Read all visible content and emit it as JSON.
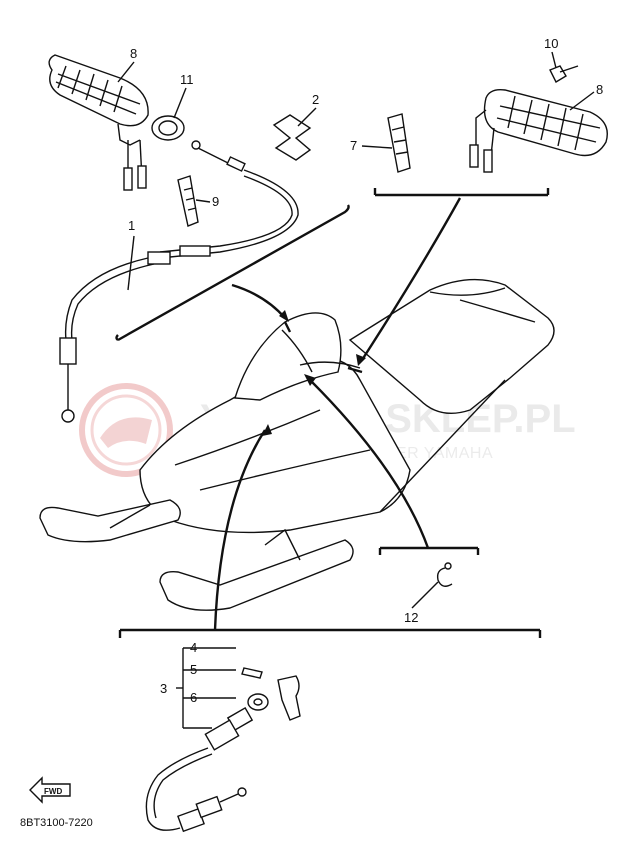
{
  "watermark": {
    "title": "YAMAHA-SKLEP.PL",
    "subtitle": "WOJCIECHOWICZ DEALER YAMAHA",
    "color": "#e8a0a0"
  },
  "callouts": {
    "c1": "1",
    "c2": "2",
    "c3": "3",
    "c4": "4",
    "c5": "5",
    "c6": "6",
    "c7": "7",
    "c8a": "8",
    "c8b": "8",
    "c9": "9",
    "c10": "10",
    "c11": "11",
    "c12": "12"
  },
  "fwd_label": "FWD",
  "part_code": "8BT3100-7220"
}
